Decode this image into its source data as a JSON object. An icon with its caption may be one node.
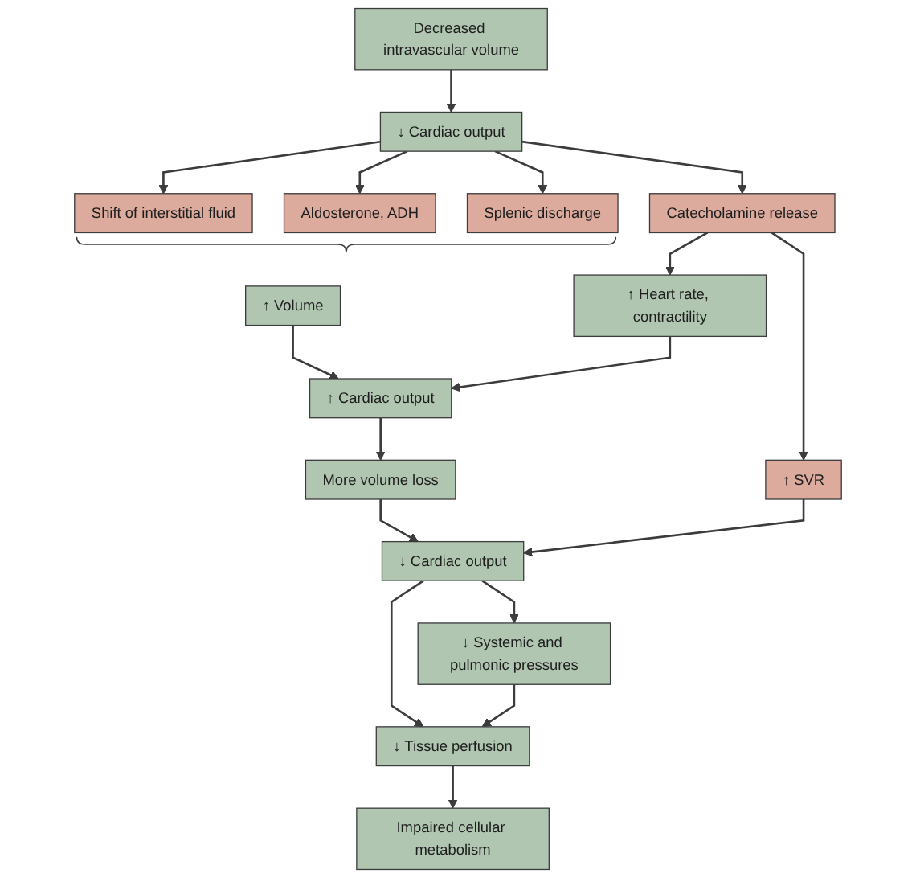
{
  "diagram": {
    "nodes": [
      {
        "text": [
          "Decreased intravascular volume"
        ]
      },
      {
        "text": [
          "↓ Cardiac output"
        ]
      },
      {
        "text": [
          "Shift of interstitial fluid"
        ]
      },
      {
        "text": [
          "Aldosterone, ADH"
        ]
      },
      {
        "text": [
          "Splenic discharge"
        ]
      },
      {
        "text": [
          "↑ Heart rate, contractility"
        ]
      },
      {
        "text": [
          "Catecholamine release"
        ]
      },
      {
        "text": [
          "↑ Volume"
        ]
      },
      {
        "text": [
          "↑ SVR"
        ]
      },
      {
        "text": [
          "↑ Cardiac output"
        ]
      },
      {
        "text": [
          "More volume loss"
        ]
      },
      {
        "text": [
          "↓ Cardiac output"
        ]
      },
      {
        "text": [
          "↓ Systemic and pulmonic pressures"
        ]
      },
      {
        "text": [
          "↓ Tissue perfusion"
        ]
      },
      {
        "text": [
          "Impaired cellular metabolism"
        ]
      }
    ],
    "edges": [
      {
        "from": 0,
        "to": 1,
        "arrow": "to"
      },
      {
        "from": 1,
        "to": 2,
        "arrow": "to"
      },
      {
        "from": 1,
        "to": 3,
        "arrow": "to"
      },
      {
        "from": 1,
        "to": 4,
        "arrow": "to"
      },
      {
        "from": 1,
        "to": 6,
        "arrow": "to"
      },
      {
        "from": 6,
        "to": 5,
        "arrow": "to"
      },
      {
        "from": 6,
        "to": 8,
        "arrow": "to"
      },
      {
        "from": 7,
        "to": 9,
        "arrow": "to"
      },
      {
        "from": 5,
        "to": 9,
        "arrow": "to"
      },
      {
        "from": 9,
        "to": 10,
        "arrow": "to"
      },
      {
        "from": 10,
        "to": 11,
        "arrow": "to"
      },
      {
        "from": 8,
        "to": 11,
        "arrow": "to"
      },
      {
        "from": 11,
        "to": 12,
        "arrow": "to"
      },
      {
        "from": 11,
        "to": 13,
        "arrow": "to"
      },
      {
        "from": 12,
        "to": 13,
        "arrow": "to"
      },
      {
        "from": 13,
        "to": 14,
        "arrow": "to"
      }
    ]
  }
}
